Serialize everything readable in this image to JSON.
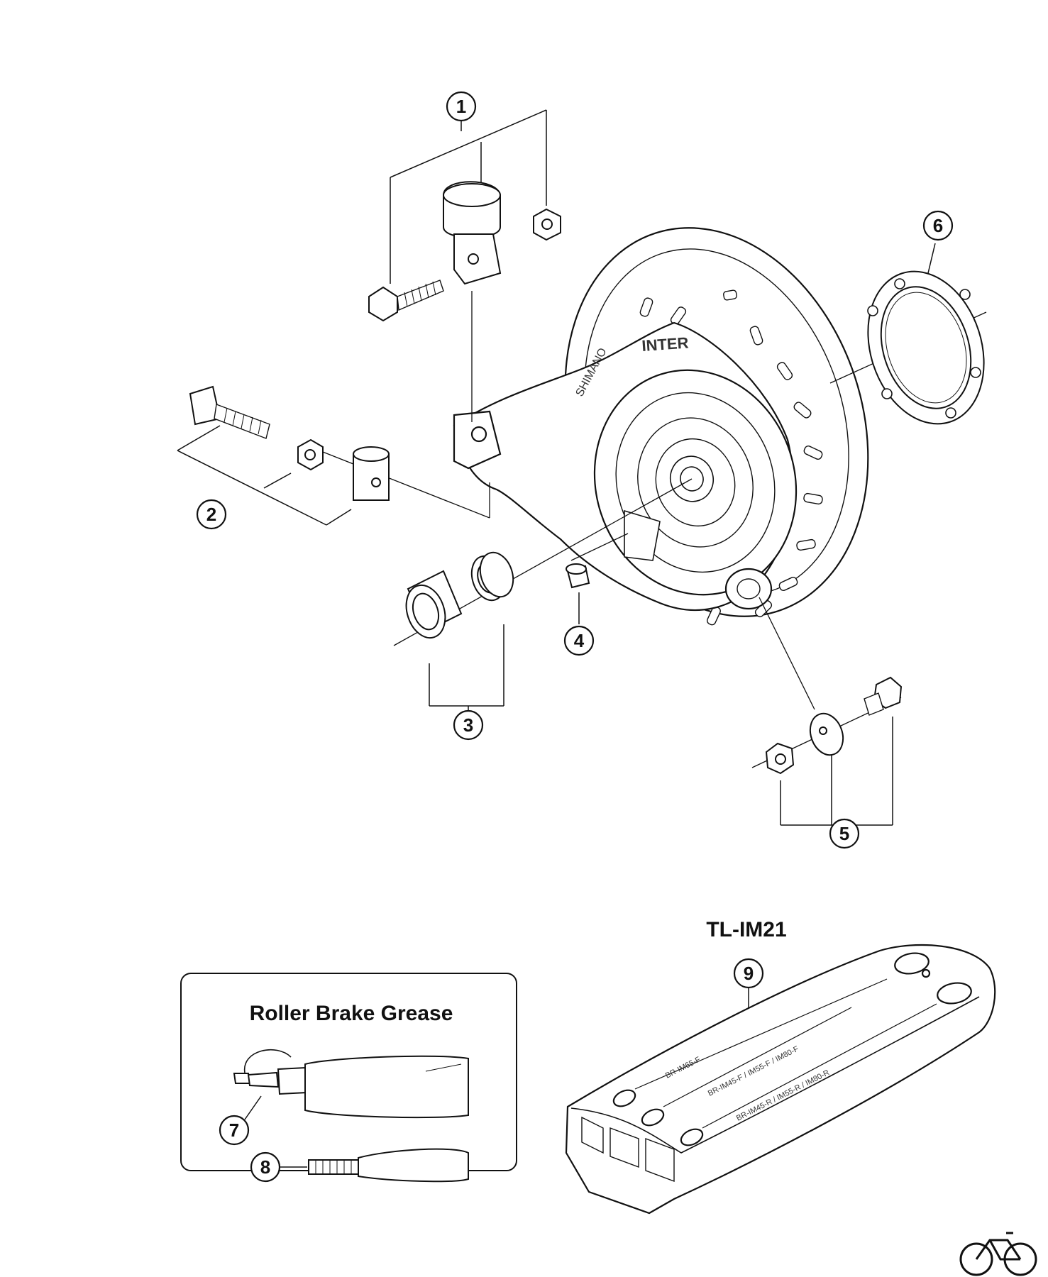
{
  "callouts": {
    "c1": "1",
    "c2": "2",
    "c3": "3",
    "c4": "4",
    "c5": "5",
    "c6": "6",
    "c7": "7",
    "c8": "8",
    "c9": "9"
  },
  "hub": {
    "brand": "SHIMANO",
    "inter_label": "INTER"
  },
  "grease_box": {
    "title": "Roller Brake Grease"
  },
  "tool": {
    "model": "TL-IM21",
    "slot_labels": [
      "BR-IM65-F",
      "BR-IM45-F / IM55-F / IM80-F",
      "BR-IM45-R / IM55-R / IM80-R"
    ]
  },
  "logo_icon": "bicycle-icon"
}
